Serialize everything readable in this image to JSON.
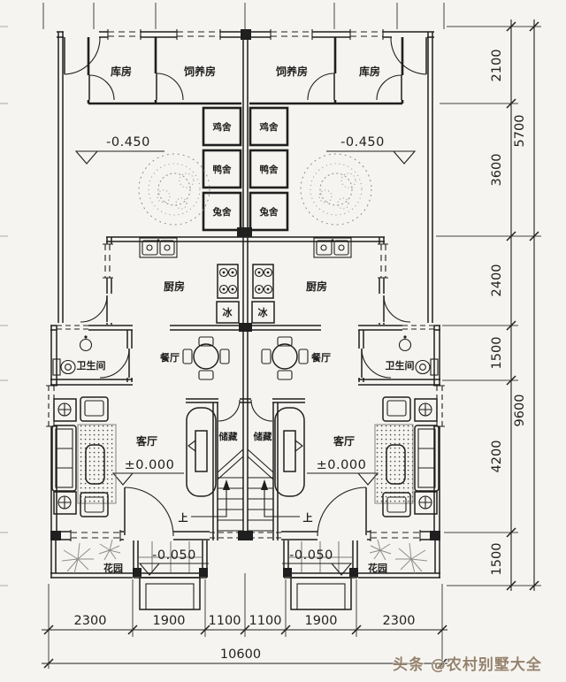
{
  "floor_plan": {
    "rooms": {
      "storage": "库房",
      "breeding": "饲养房",
      "chicken_coop": "鸡舍",
      "duck_coop": "鸭舍",
      "rabbit_coop": "兔舍",
      "kitchen": "厨房",
      "fridge": "冰",
      "dining": "餐厅",
      "bathroom": "卫生间",
      "living": "客厅",
      "closet": "储藏",
      "garden": "花园",
      "stairs_up": "上"
    },
    "levels": {
      "courtyard": "-0.450",
      "living": "±0.000",
      "porch": "-0.050"
    }
  },
  "dimensions": {
    "bottom": {
      "segments": [
        "2300",
        "1900",
        "1100",
        "1100",
        "1900",
        "2300"
      ],
      "total": "10600"
    },
    "right": {
      "segments": [
        "2100",
        "3600",
        "2400",
        "1500",
        "4200",
        "1500"
      ],
      "totals": [
        "5700",
        "9600"
      ]
    }
  },
  "watermark": "头条 @农村别墅大全",
  "colors": {
    "line": "#1f1f1f",
    "background": "#f6f4f0",
    "watermark": "#8f7c66"
  }
}
